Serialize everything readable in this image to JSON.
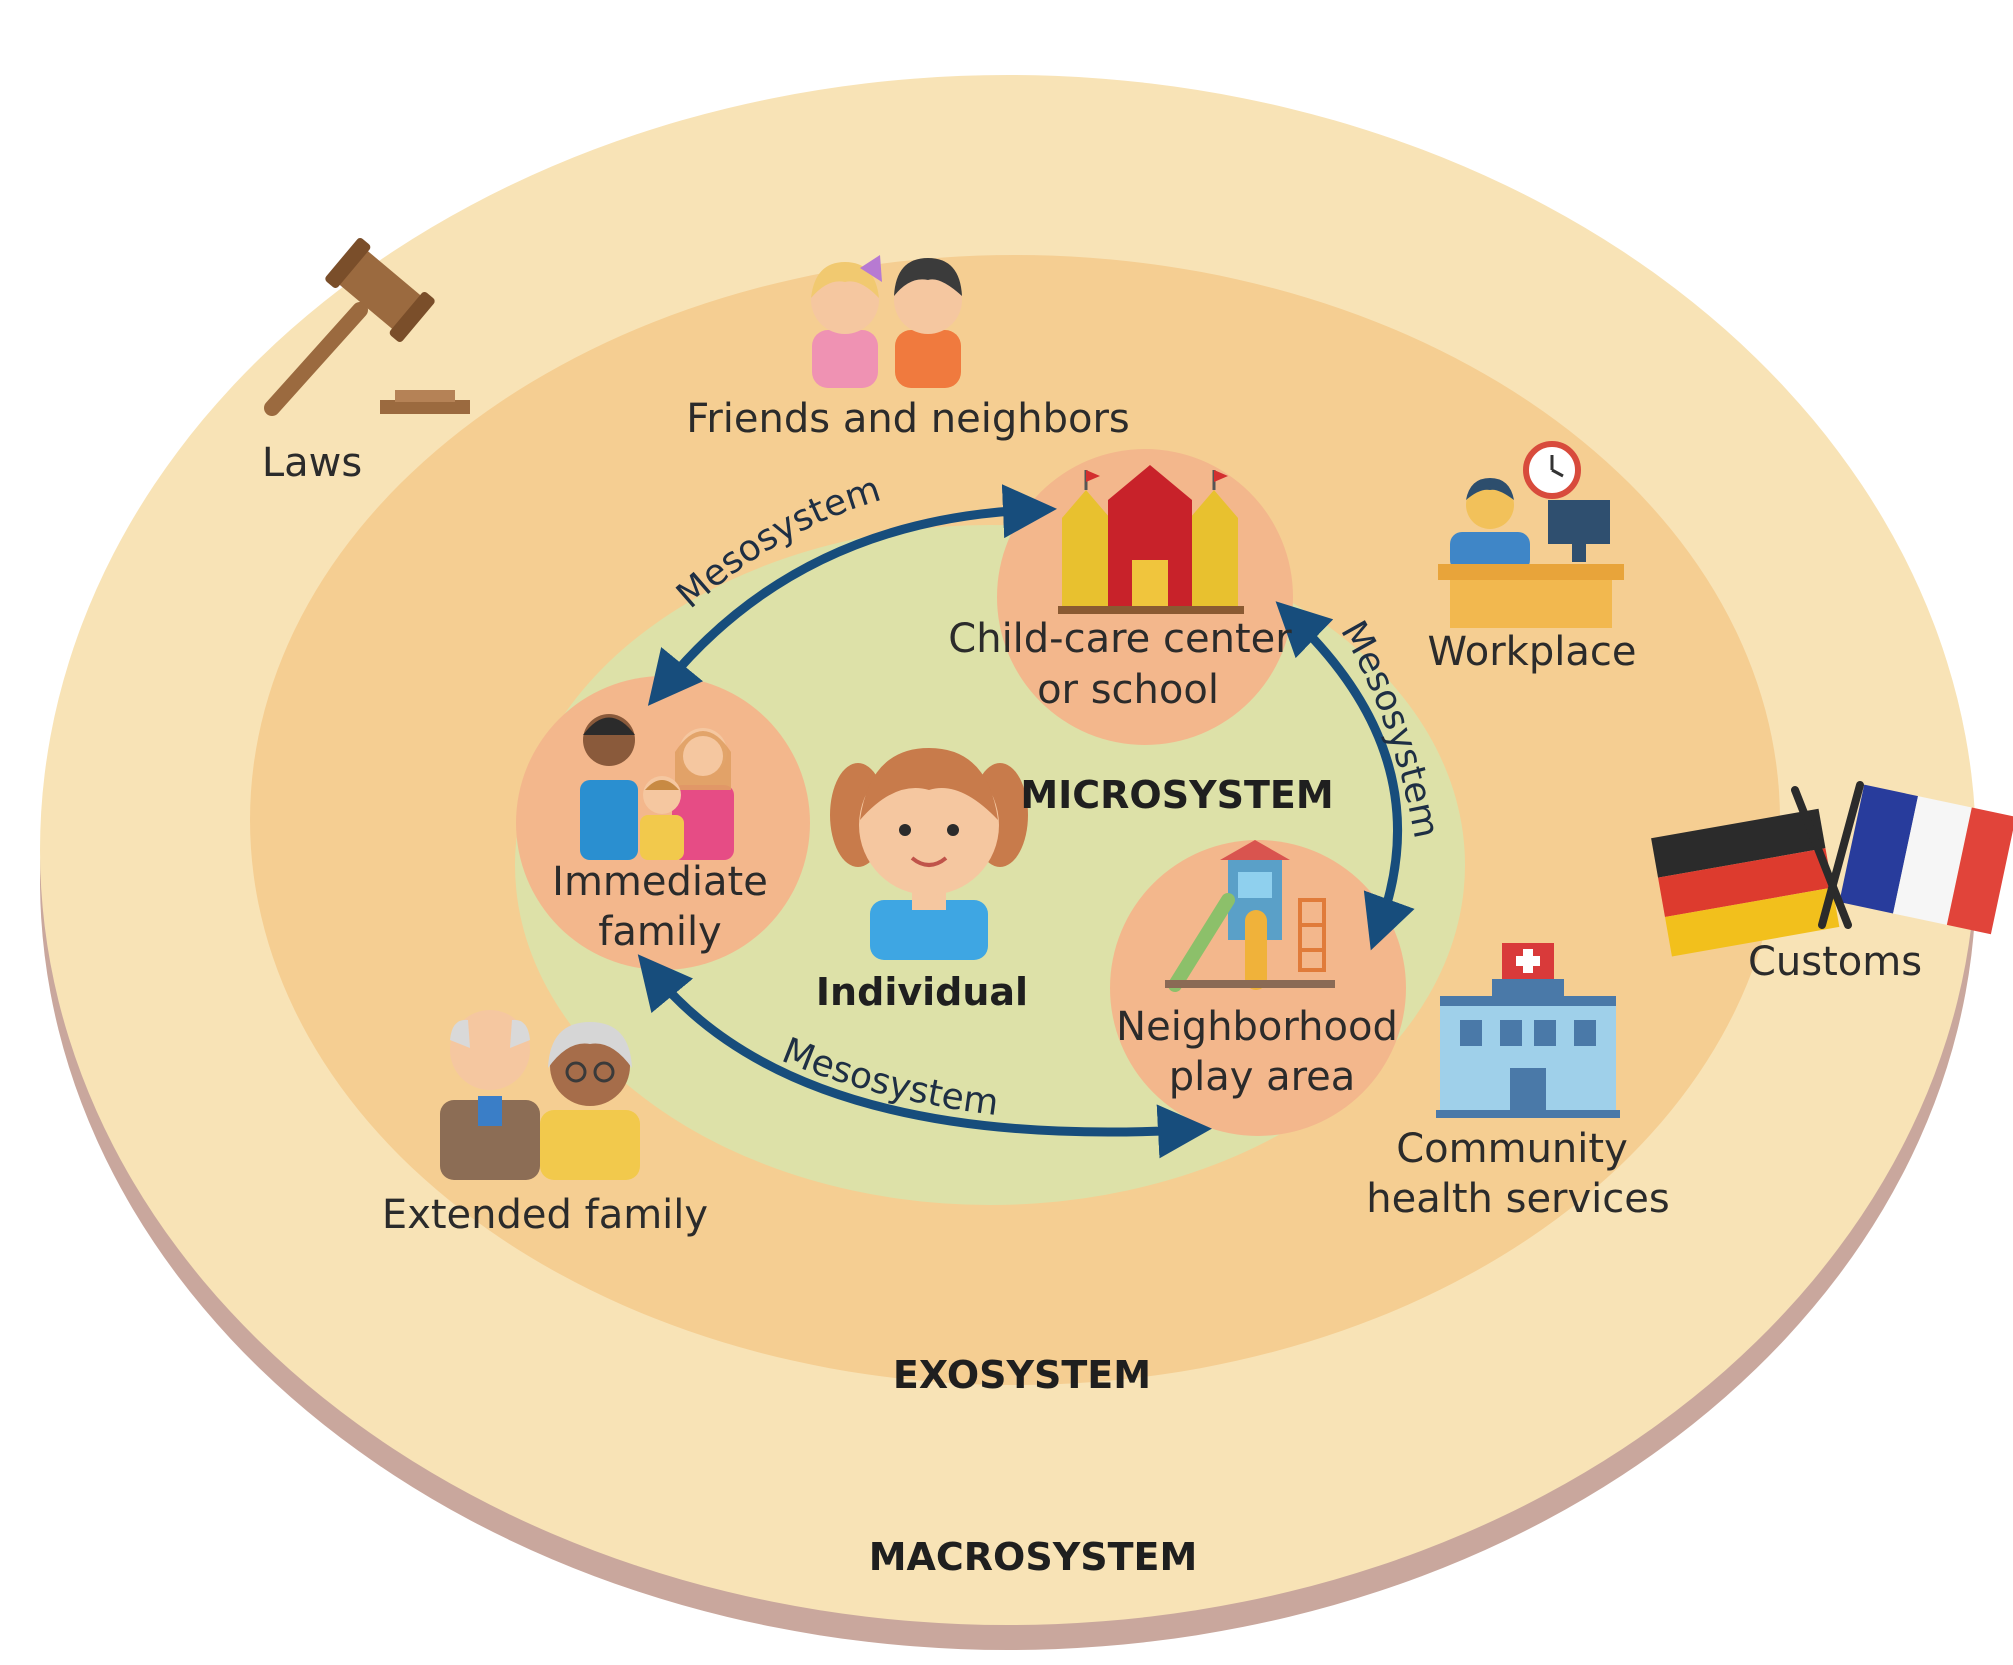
{
  "layers": {
    "macro": "MACROSYSTEM",
    "exo": "EXOSYSTEM",
    "micro": "MICROSYSTEM",
    "individual": "Individual"
  },
  "micro_nodes": {
    "family": [
      "Immediate",
      "family"
    ],
    "school": [
      "Child-care center",
      "or school"
    ],
    "play": [
      "Neighborhood",
      "play area"
    ]
  },
  "exo_nodes": {
    "friends": "Friends and neighbors",
    "workplace": "Workplace",
    "health": [
      "Community",
      "health services"
    ],
    "extended": "Extended family"
  },
  "macro_nodes": {
    "laws": "Laws",
    "customs": "Customs"
  },
  "meso_label": "Mesosystem",
  "colors": {
    "macro_fill": "#f8e3b6",
    "macro_rim": "#c9a79d",
    "exo_fill": "#f5ce92",
    "micro_fill": "#dde1a8",
    "node_fill": "#f3b78c",
    "arrow": "#174d7c"
  },
  "icons": [
    "gavel-icon",
    "friends-icon",
    "workplace-icon",
    "school-icon",
    "family-icon",
    "girl-icon",
    "playground-icon",
    "hospital-icon",
    "grandparents-icon",
    "flags-icon"
  ]
}
